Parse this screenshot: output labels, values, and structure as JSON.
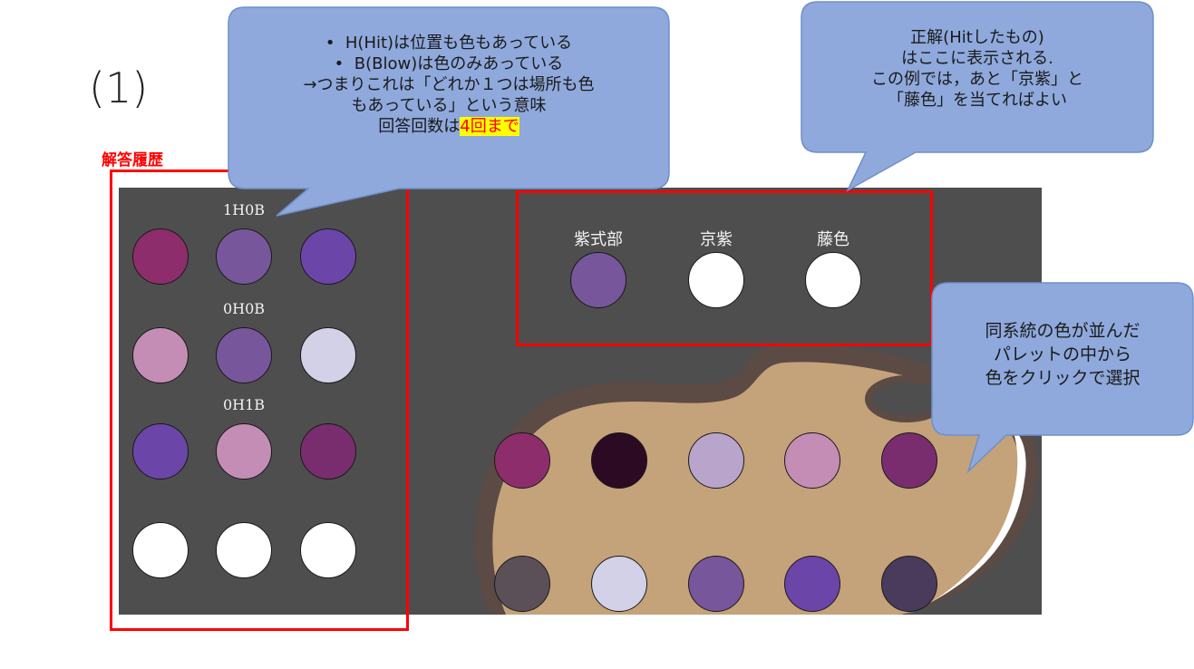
{
  "title": "(1)",
  "history_heading": "解答履歴",
  "history": {
    "rows": [
      {
        "result": "1H0B",
        "guesses": [
          "#8e2d6c",
          "#77569b",
          "#6b45a8"
        ]
      },
      {
        "result": "0H0B",
        "guesses": [
          "#c38db5",
          "#77569b",
          "#d3d1e8"
        ]
      },
      {
        "result": "0H1B",
        "guesses": [
          "#6b45a8",
          "#c38db5",
          "#7a2d6e"
        ]
      },
      {
        "result": "",
        "guesses": [
          "#ffffff",
          "#ffffff",
          "#ffffff"
        ]
      }
    ]
  },
  "answer": {
    "slots": [
      {
        "name": "紫式部",
        "color": "#77569b"
      },
      {
        "name": "京紫",
        "color": "#ffffff"
      },
      {
        "name": "藤色",
        "color": "#ffffff"
      }
    ]
  },
  "palette": {
    "colors": [
      "#8e2d6c",
      "#2d0a24",
      "#b9a5cc",
      "#c38db5",
      "#7a2d6e",
      "#5c5058",
      "#d3d1e8",
      "#77569b",
      "#6b45a8",
      "#4a3a5c"
    ]
  },
  "callouts": {
    "rules": {
      "bullet1": "H(Hit)は位置も色もあっている",
      "bullet2": "B(Blow)は色のみあっている",
      "line3": "→つまりこれは「どれか１つは場所も色",
      "line4": "もあっている」という意味",
      "line5_prefix": "回答回数は",
      "line5_highlight": "4回まで"
    },
    "answer_note": {
      "line1": "正解(Hitしたもの)",
      "line2": "はここに表示される.",
      "line3": "この例では，あと「京紫」と",
      "line4": "「藤色」を当てればよい"
    },
    "palette_note": {
      "line1": "同系統の色が並んだ",
      "line2": "パレットの中から",
      "line3": "色をクリックで選択"
    }
  },
  "colors": {
    "background": "#4e4e4e",
    "palette_wood": "#c4a27a",
    "palette_rim": "#5c4a44",
    "callout_fill": "#8fa9dc",
    "highlight_box": "#ff0000"
  }
}
